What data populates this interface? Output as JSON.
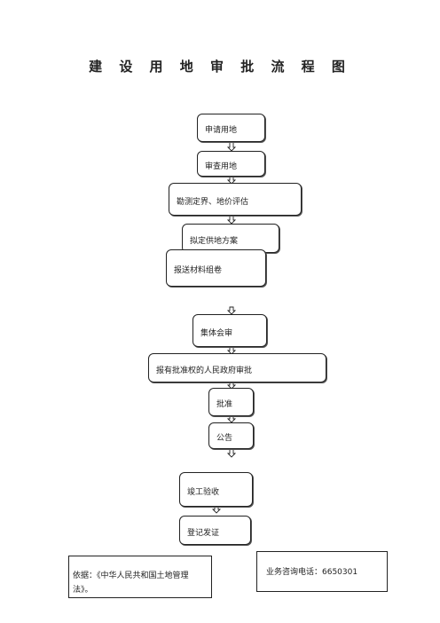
{
  "title": "建 设 用 地 审 批 流 程 图",
  "steps": [
    "申请用地",
    "审查用地",
    "勘测定界、地价评估",
    "拟定供地方案",
    "报送材料组卷",
    "集体会审",
    "报有批准权的人民政府审批",
    "批准",
    "公告",
    "竣工验收",
    "登记发证"
  ],
  "notes": {
    "basis": "依据：《中华人民共和国土地管理法》。",
    "hotline": "业务咨询电话：6650301"
  }
}
